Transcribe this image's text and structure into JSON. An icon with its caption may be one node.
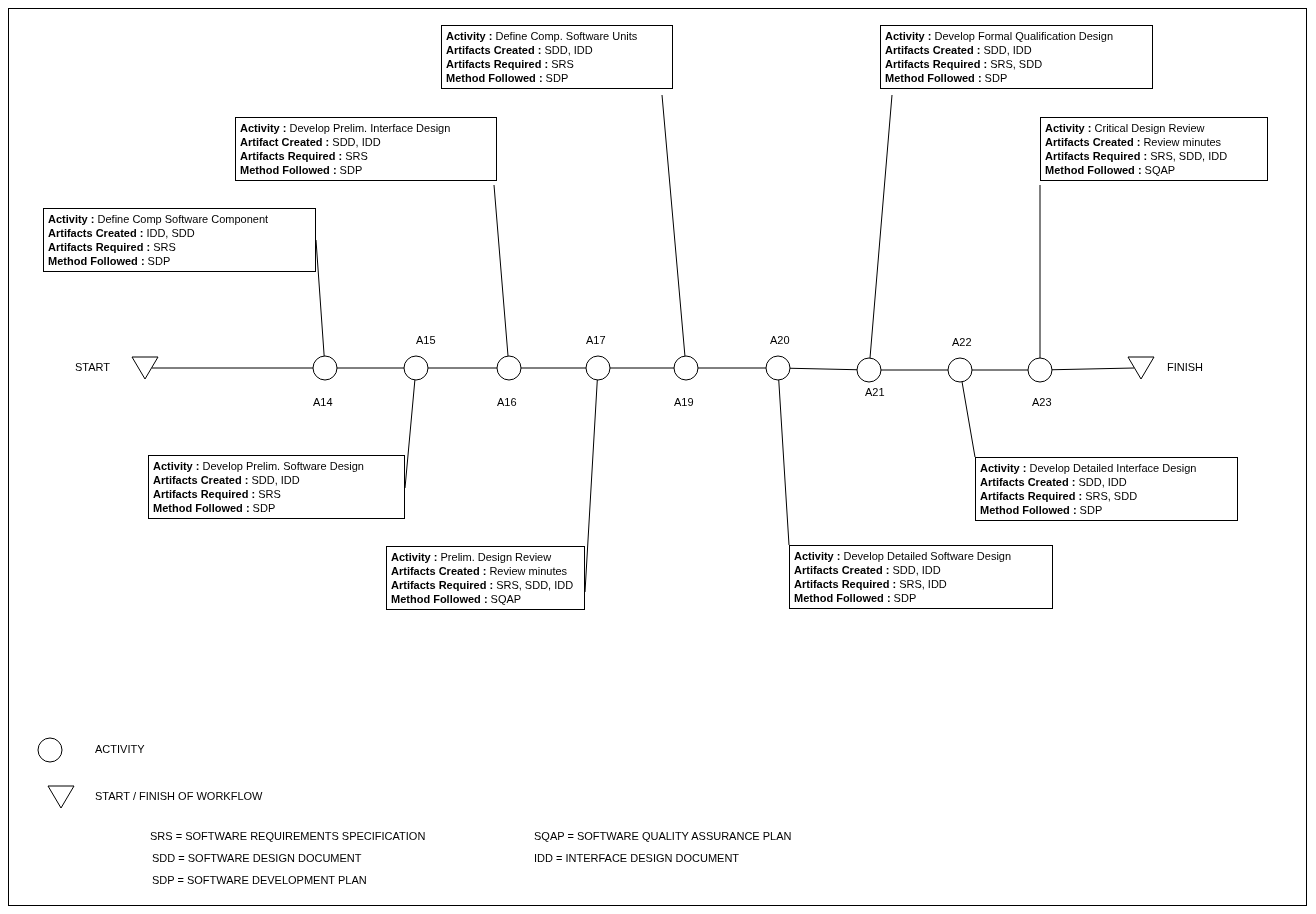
{
  "diagram": {
    "nodes": [
      {
        "text": [],
        "shape": "triangle",
        "beside": [
          "START"
        ]
      },
      {
        "text": [],
        "shape": "circle",
        "beside": [
          "A14"
        ]
      },
      {
        "text": [],
        "shape": "circle",
        "beside": [
          "A15"
        ]
      },
      {
        "text": [],
        "shape": "circle",
        "beside": [
          "A16"
        ]
      },
      {
        "text": [],
        "shape": "circle",
        "beside": [
          "A17"
        ]
      },
      {
        "text": [],
        "shape": "circle",
        "beside": [
          "A19"
        ]
      },
      {
        "text": [],
        "shape": "circle",
        "beside": [
          "A20"
        ]
      },
      {
        "text": [],
        "shape": "circle",
        "beside": [
          "A21"
        ]
      },
      {
        "text": [],
        "shape": "circle",
        "beside": [
          "A22"
        ]
      },
      {
        "text": [],
        "shape": "circle",
        "beside": [
          "A23"
        ]
      },
      {
        "text": [],
        "shape": "triangle",
        "beside": [
          "FINISH"
        ]
      },
      {
        "text": [
          "**Activity :** Define Comp Software Component",
          "**Artifacts Created :** IDD, SDD",
          "**Artifacts Required :** SRS",
          "**Method Followed :** SDP"
        ]
      },
      {
        "text": [
          "**Activity :** Develop Prelim. Interface Design",
          "**Artifact Created :** SDD, IDD",
          "**Artifacts Required :** SRS",
          "**Method Followed :** SDP"
        ]
      },
      {
        "text": [
          "**Activity :** Define Comp. Software Units",
          "**Artifacts Created :** SDD, IDD",
          "**Artifacts Required :** SRS",
          "**Method Followed :** SDP"
        ]
      },
      {
        "text": [
          "**Activity :** Develop Formal Qualification Design",
          "**Artifacts Created :** SDD, IDD",
          "**Artifacts Required :** SRS, SDD",
          "**Method Followed :** SDP"
        ]
      },
      {
        "text": [
          "**Activity :** Critical Design Review",
          "**Artifacts Created :** Review minutes",
          "**Artifacts Required :** SRS, SDD, IDD",
          "**Method Followed :** SQAP"
        ]
      },
      {
        "text": [
          "**Activity :** Develop Prelim. Software Design",
          "**Artifacts Created :** SDD, IDD",
          "**Artifacts Required :** SRS",
          "**Method Followed :** SDP"
        ]
      },
      {
        "text": [
          "**Activity :** Prelim. Design Review",
          "**Artifacts Created :** Review minutes",
          "**Artifacts Required :** SRS, SDD, IDD",
          "**Method Followed :** SQAP"
        ]
      },
      {
        "text": [
          "**Activity :** Develop Detailed Software Design",
          "**Artifacts Created :** SDD, IDD",
          "**Artifacts Required :** SRS, IDD",
          "**Method Followed :** SDP"
        ]
      },
      {
        "text": [
          "**Activity :** Develop Detailed Interface Design",
          "**Artifacts Created :** SDD, IDD",
          "**Artifacts Required :** SRS, SDD",
          "**Method Followed :** SDP"
        ]
      }
    ],
    "edges": [
      {
        "from": 0,
        "to": 1,
        "arrow": "none"
      },
      {
        "from": 1,
        "to": 2,
        "arrow": "none"
      },
      {
        "from": 2,
        "to": 3,
        "arrow": "none"
      },
      {
        "from": 3,
        "to": 4,
        "arrow": "none"
      },
      {
        "from": 4,
        "to": 5,
        "arrow": "none"
      },
      {
        "from": 5,
        "to": 6,
        "arrow": "none"
      },
      {
        "from": 6,
        "to": 7,
        "arrow": "none"
      },
      {
        "from": 7,
        "to": 8,
        "arrow": "none"
      },
      {
        "from": 8,
        "to": 9,
        "arrow": "none"
      },
      {
        "from": 9,
        "to": 10,
        "arrow": "none"
      },
      {
        "from": 11,
        "to": 1,
        "arrow": "none"
      },
      {
        "from": 12,
        "to": 3,
        "arrow": "none"
      },
      {
        "from": 13,
        "to": 5,
        "arrow": "none"
      },
      {
        "from": 14,
        "to": 7,
        "arrow": "none"
      },
      {
        "from": 15,
        "to": 9,
        "arrow": "none"
      },
      {
        "from": 16,
        "to": 2,
        "arrow": "none"
      },
      {
        "from": 17,
        "to": 4,
        "arrow": "none"
      },
      {
        "from": 18,
        "to": 6,
        "arrow": "none"
      },
      {
        "from": 19,
        "to": 8,
        "arrow": "none"
      }
    ],
    "labels": [
      "SRS = SOFTWARE REQUIREMENTS SPECIFICATION",
      "SQAP = SOFTWARE QUALITY ASSURANCE PLAN",
      "SDD = SOFTWARE DESIGN DOCUMENT",
      "IDD = INTERFACE DESIGN DOCUMENT",
      "SDP = SOFTWARE DEVELOPMENT PLAN"
    ],
    "legend": [
      {
        "text": "ACTIVITY"
      },
      {
        "text": "START / FINISH OF WORKFLOW"
      }
    ]
  }
}
